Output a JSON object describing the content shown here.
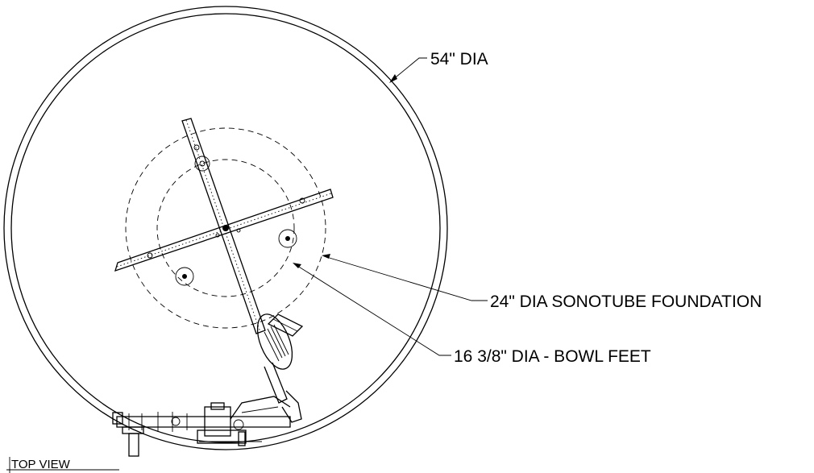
{
  "labels": {
    "outer_dia": "54\" DIA",
    "sonotube": "24\" DIA SONOTUBE FOUNDATION",
    "bowl_feet": "16 3/8\" DIA - BOWL FEET",
    "view": "TOP VIEW"
  }
}
